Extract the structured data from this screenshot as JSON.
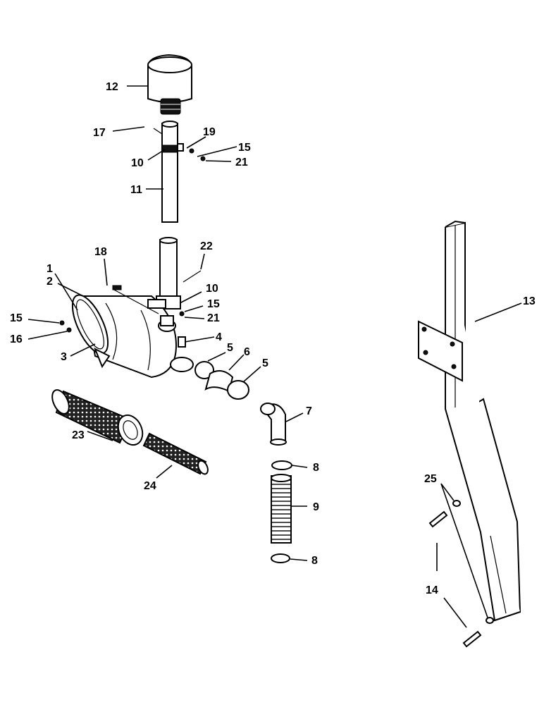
{
  "diagram": {
    "callouts": {
      "c1": "1",
      "c2": "2",
      "c3": "3",
      "c4": "4",
      "c5a": "5",
      "c5b": "5",
      "c6": "6",
      "c7": "7",
      "c8a": "8",
      "c8b": "8",
      "c9": "9",
      "c10a": "10",
      "c10b": "10",
      "c11": "11",
      "c12": "12",
      "c13": "13",
      "c14": "14",
      "c15a": "15",
      "c15b": "15",
      "c15c": "15",
      "c16": "16",
      "c17": "17",
      "c18": "18",
      "c19": "19",
      "c21a": "21",
      "c21b": "21",
      "c22": "22",
      "c23": "23",
      "c24": "24",
      "c25": "25"
    }
  }
}
